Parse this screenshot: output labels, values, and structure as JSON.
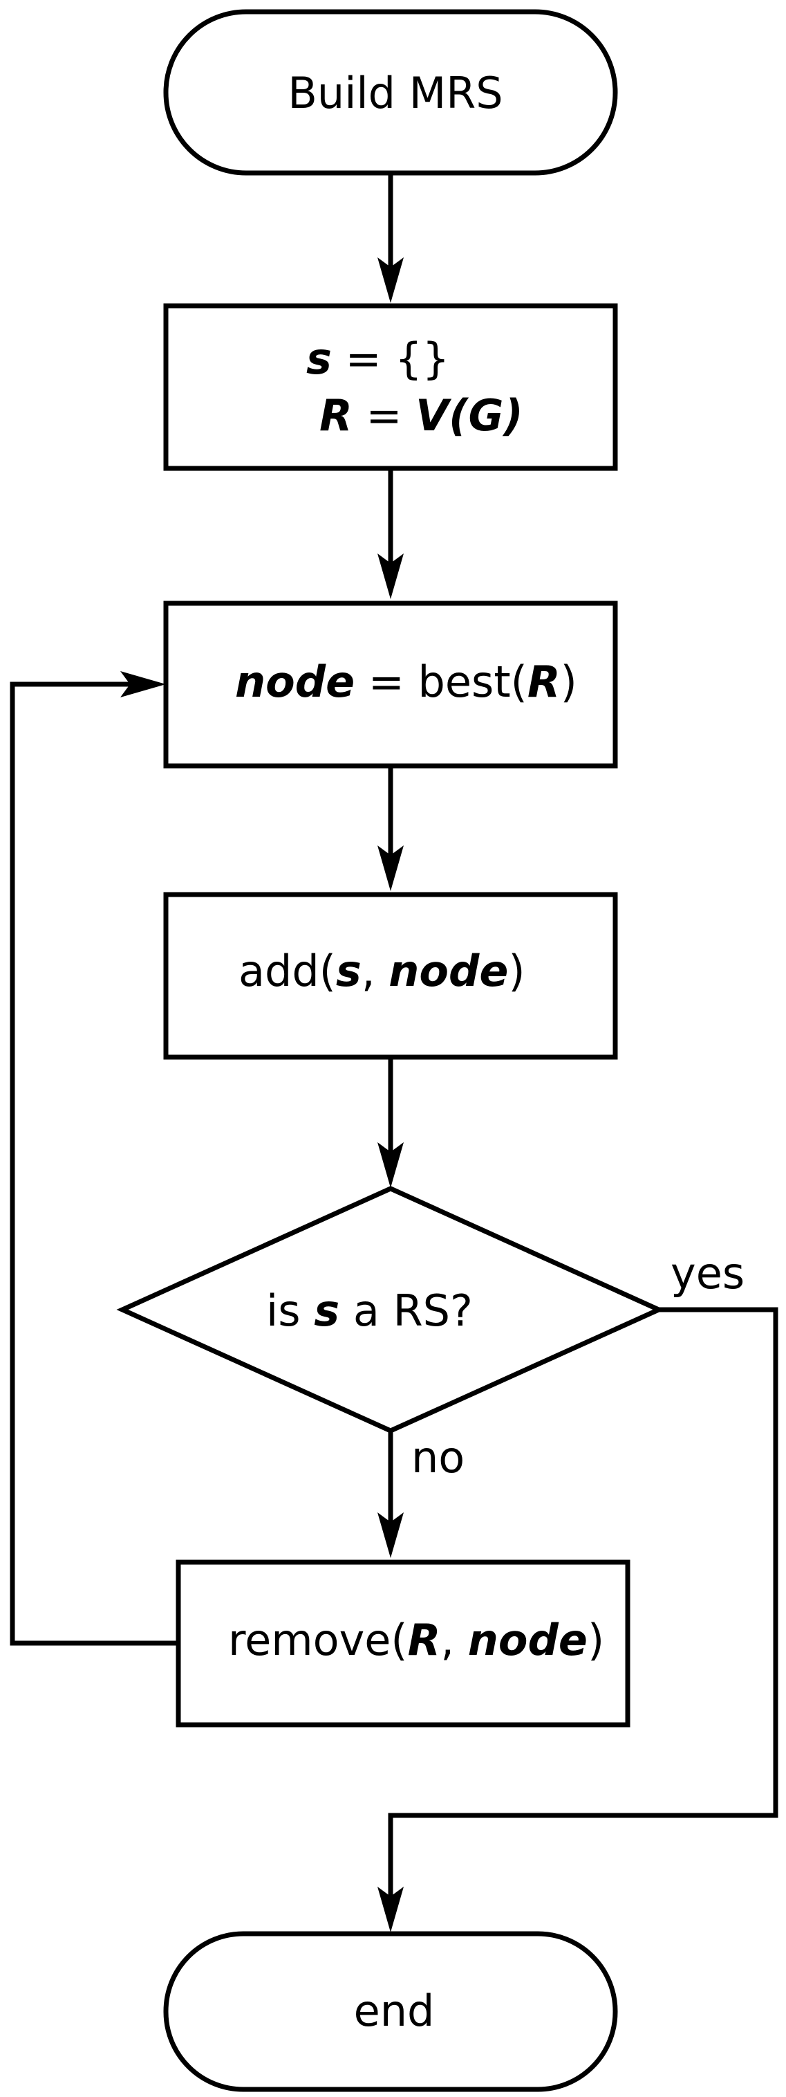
{
  "nodes": {
    "start": {
      "text": "Build MRS"
    },
    "init": {
      "line1": {
        "var": "s",
        "rest": " = {}"
      },
      "line2": {
        "var": "R",
        "eq": " = ",
        "val": "V(G)"
      }
    },
    "select": {
      "var": "node",
      "mid": " = best(",
      "arg": "R",
      "close": ")"
    },
    "add": {
      "pre": "add(",
      "arg1": "s",
      "sep": ", ",
      "arg2": "node",
      "close": ")"
    },
    "decision": {
      "pre": "is ",
      "var": "s",
      "post": " a RS?"
    },
    "remove": {
      "pre": "remove(",
      "arg1": "R",
      "sep": ", ",
      "arg2": "node",
      "close": ")"
    },
    "end": {
      "text": "end"
    }
  },
  "edges": {
    "yes_label": "yes",
    "no_label": "no"
  }
}
